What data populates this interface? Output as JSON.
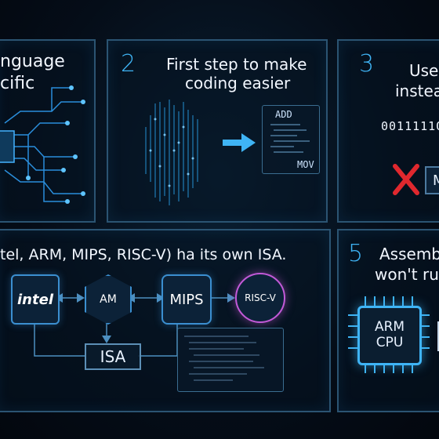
{
  "panels": {
    "p1": {
      "title_line1": "nguage",
      "title_line2": "cific"
    },
    "p2": {
      "number": "2",
      "title_line1": "First step to make",
      "title_line2": "coding easier",
      "code_top": "ADD",
      "code_bottom": "MOV"
    },
    "p3": {
      "number": "3",
      "title_line1": "Uses",
      "title_line2": "instea",
      "binary": "0011111O",
      "label": "M"
    },
    "p4": {
      "title": "tel, ARM, MIPS, RISC-V) ha its own ISA.",
      "nodes": {
        "intel": "intel",
        "arm": "AM",
        "mips": "MIPS",
        "riscv": "RISC-V"
      },
      "isa_label": "ISA"
    },
    "p5": {
      "number": "5",
      "title_line1": "Assemb",
      "title_line2": "won't ru",
      "chip_line1": "ARM",
      "chip_line2": "CPU"
    }
  },
  "colors": {
    "accent": "#3fb4f5",
    "border": "#2b5472",
    "error": "#e0282e"
  }
}
